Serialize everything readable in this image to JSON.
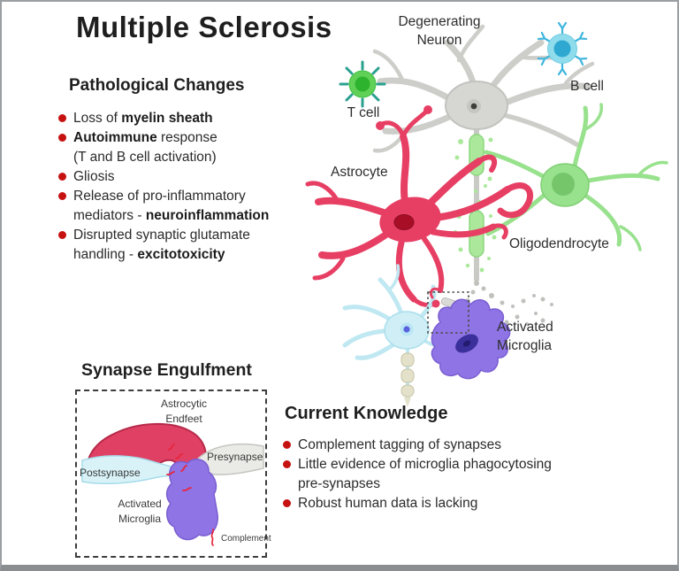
{
  "title": "Multiple Sclerosis",
  "pathological": {
    "heading": "Pathological Changes",
    "items": [
      {
        "pre": "Loss of ",
        "bold": "myelin sheath"
      },
      {
        "bold": "Autoimmune",
        "post": " response",
        "line2": "(T and B cell activation)"
      },
      {
        "text": "Gliosis"
      },
      {
        "line1": "Release of pro-inflammatory",
        "line2pre": "mediators - ",
        "line2bold": "neuroinflammation"
      },
      {
        "line1": "Disrupted synaptic glutamate",
        "line2pre": "handling - ",
        "line2bold": "excitotoxicity"
      }
    ]
  },
  "diagram": {
    "degenerating_neuron_l1": "Degenerating",
    "degenerating_neuron_l2": "Neuron",
    "t_cell": "T cell",
    "b_cell": "B cell",
    "astrocyte": "Astrocyte",
    "oligodendrocyte": "Oligodendrocyte",
    "activated_microglia_l1": "Activated",
    "activated_microglia_l2": "Microglia"
  },
  "synapse_engulfment": {
    "heading": "Synapse Engulfment",
    "astrocytic_endfeet_l1": "Astrocytic",
    "astrocytic_endfeet_l2": "Endfeet",
    "presynapse": "Presynapse",
    "postsynapse": "Postsynapse",
    "activated_microglia_l1": "Activated",
    "activated_microglia_l2": "Microglia",
    "complement": "Complement"
  },
  "current": {
    "heading": "Current Knowledge",
    "items": [
      {
        "l1": "Complement tagging of synapses"
      },
      {
        "l1": "Little evidence of microglia phagocytosing",
        "l2": "pre-synapses"
      },
      {
        "l1": "Robust human data is lacking"
      }
    ]
  },
  "colors": {
    "bullet_red": "#c61111",
    "astrocyte_red": "#e73e63",
    "astrocyte_nucleus": "#a80f27",
    "microglia_purple": "#8e74e4",
    "microglia_nucleus": "#3b2f9b",
    "t_cell_green": "#60d156",
    "t_cell_core": "#2db32d",
    "b_cell_blue": "#8edcec",
    "b_cell_core": "#2ea8d1",
    "oligodendrocyte_green": "#98e18d",
    "myelin_green": "#abe89c",
    "neuron_gray": "#d6d6d3",
    "healthy_neuron_blue": "#cfeef6",
    "complement_red": "#e8253c",
    "frame_gray": "#9b9fa2"
  }
}
